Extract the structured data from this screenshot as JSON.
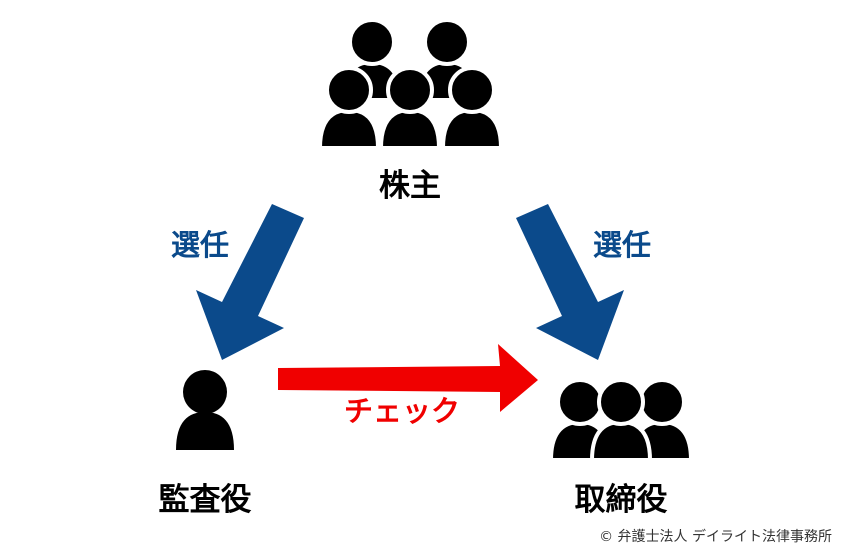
{
  "colors": {
    "appoint_arrow": "#0b4a8b",
    "check_arrow": "#f00000",
    "figures": "#000000"
  },
  "nodes": {
    "shareholders": {
      "label": "株主",
      "icon": "group-of-five-people-icon"
    },
    "auditor": {
      "label": "監査役",
      "icon": "single-person-icon"
    },
    "directors": {
      "label": "取締役",
      "icon": "group-of-three-people-icon"
    }
  },
  "edges": [
    {
      "from": "shareholders",
      "to": "auditor",
      "label": "選任"
    },
    {
      "from": "shareholders",
      "to": "directors",
      "label": "選任"
    },
    {
      "from": "auditor",
      "to": "directors",
      "label": "チェック"
    }
  ],
  "copyright": "© 弁護士法人 デイライト法律事務所"
}
